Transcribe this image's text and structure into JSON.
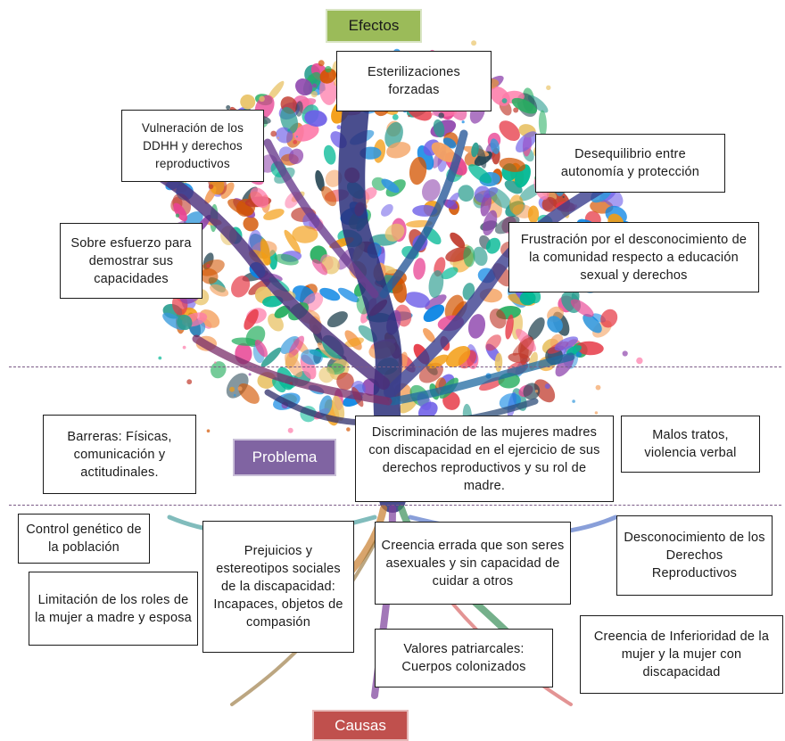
{
  "labels": {
    "efectos": "Efectos",
    "problema": "Problema",
    "causas": "Causas"
  },
  "effects": [
    "Esterilizaciones forzadas",
    "Vulneración de los DDHH y derechos reproductivos",
    "Desequilibrio entre autonomía y protección",
    "Sobre esfuerzo para demostrar sus capacidades",
    "Frustración por el desconocimiento de la comunidad respecto a educación sexual y derechos"
  ],
  "problem": {
    "left": "Barreras: Físicas, comunicación y actitudinales.",
    "center": "Discriminación de las mujeres madres con discapacidad en el ejercicio de sus derechos reproductivos y su rol de madre.",
    "right": "Malos tratos, violencia verbal"
  },
  "causes": [
    "Control genético de la población",
    "Limitación de los roles de la mujer a madre y esposa",
    "Prejuicios y estereotipos sociales de la discapacidad: Incapaces, objetos de compasión",
    "Creencia errada que son seres asexuales y sin capacidad de cuidar a otros",
    "Desconocimiento de los Derechos Reproductivos",
    "Valores patriarcales: Cuerpos colonizados",
    "Creencia de Inferioridad de la mujer y la mujer con discapacidad"
  ],
  "colors": {
    "efectos_tag": "#9bbb59",
    "problema_tag": "#8064a2",
    "causas_tag": "#c0504d",
    "divider": "#7a5a86"
  }
}
